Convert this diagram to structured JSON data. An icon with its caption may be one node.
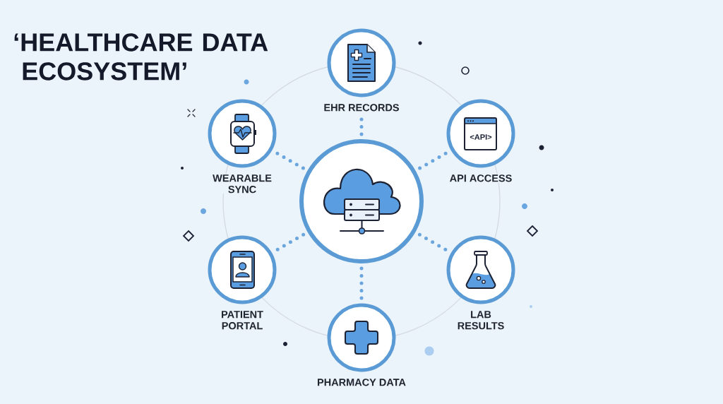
{
  "diagram": {
    "title": "‘HEALTHCARE DATA ECOSYSTEM’",
    "nodes": [
      {
        "text": [
          "EHR RECORDS"
        ]
      },
      {
        "text": [
          "WEARABLE SYNC"
        ]
      },
      {
        "text": [
          "API ACCESS"
        ]
      },
      {
        "text": [],
        "shape": "circle"
      },
      {
        "text": [
          "PATIENT PORTAL"
        ]
      },
      {
        "text": [
          "LAB RESULTS"
        ]
      },
      {
        "text": [
          "PHARMACY DATA"
        ]
      }
    ],
    "edges": [
      {
        "from": 3,
        "to": 0,
        "arrow": "none"
      },
      {
        "from": 3,
        "to": 2,
        "arrow": "none"
      },
      {
        "from": 3,
        "to": 5,
        "arrow": "none"
      },
      {
        "from": 3,
        "to": 6,
        "arrow": "none"
      },
      {
        "from": 3,
        "to": 4,
        "arrow": "none"
      },
      {
        "from": 3,
        "to": 1,
        "arrow": "none"
      }
    ],
    "labels": [
      "<API>"
    ]
  }
}
